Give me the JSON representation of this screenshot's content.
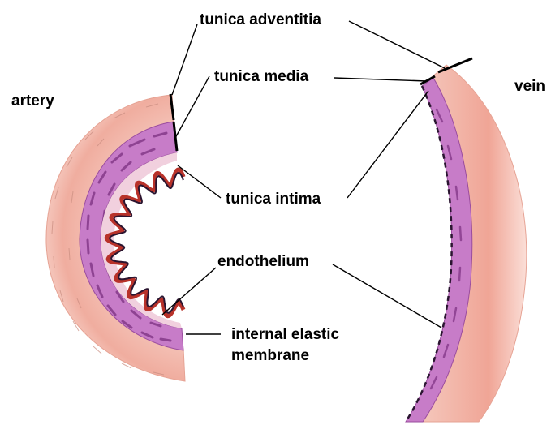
{
  "labels": {
    "artery": "artery",
    "vein": "vein",
    "tunica_adventitia": "tunica adventitia",
    "tunica_media": "tunica media",
    "tunica_intima": "tunica intima",
    "endothelium": "endothelium",
    "internal_elastic_line1": "internal elastic",
    "internal_elastic_line2": "membrane"
  },
  "colors": {
    "adventitia": "#f2b9ae",
    "media": "#c77cc8",
    "media_dark": "#8a3b8f",
    "elastic_red": "#b8322a",
    "endothelium": "#2a1530",
    "background": "#ffffff"
  }
}
